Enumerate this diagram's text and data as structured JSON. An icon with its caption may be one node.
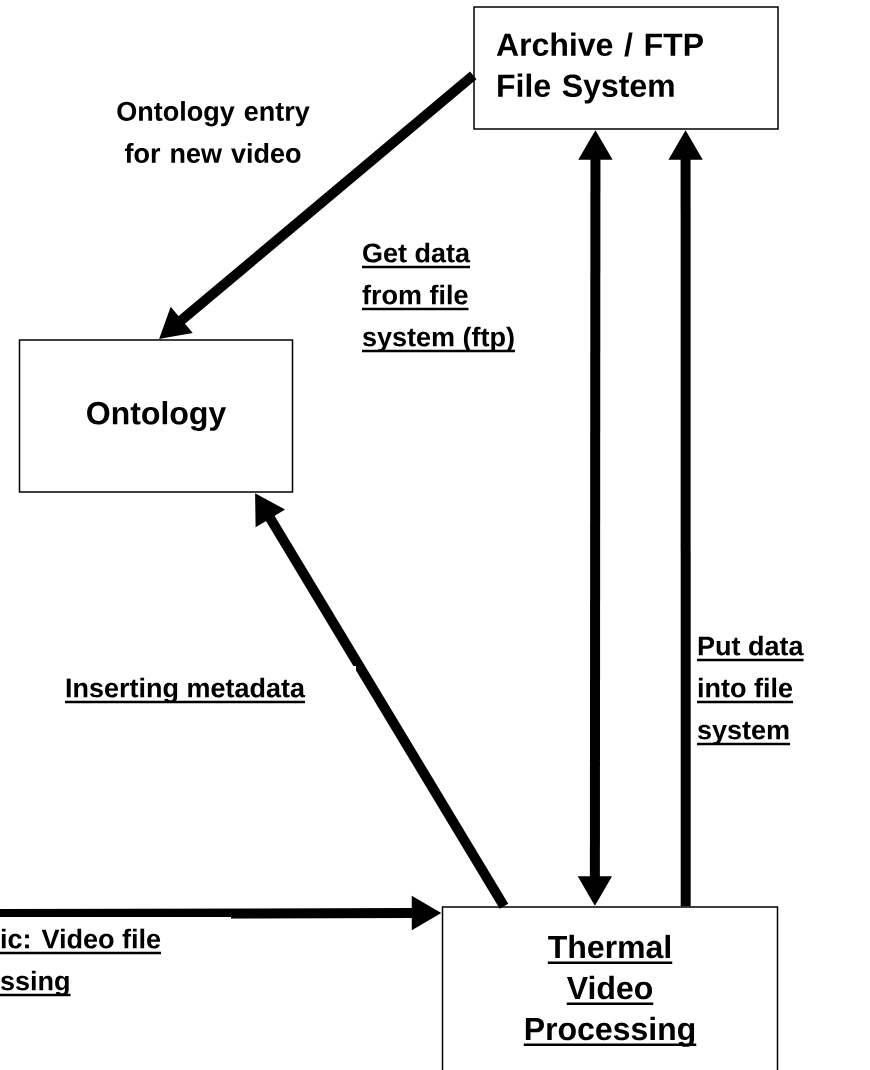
{
  "diagram": {
    "nodes": [
      {
        "text": [
          "Archive / FTP File System"
        ]
      },
      {
        "text": [
          "Ontology"
        ]
      },
      {
        "text": [
          "Thermal Video Processing"
        ]
      }
    ],
    "edges": [
      {
        "from": 0,
        "to": 1,
        "arrow": "to",
        "label": "Ontology entry for new video"
      },
      {
        "from": 2,
        "to": 1,
        "arrow": "to",
        "label": "Inserting metadata"
      },
      {
        "from": 2,
        "to": 0,
        "arrow": "both",
        "label": "Get data from file system (ftp)"
      },
      {
        "from": 2,
        "to": 0,
        "arrow": "to",
        "label": "Put data into file system"
      },
      {
        "from": null,
        "to": 2,
        "arrow": "to",
        "label": "ic: Video file ssing"
      }
    ]
  }
}
